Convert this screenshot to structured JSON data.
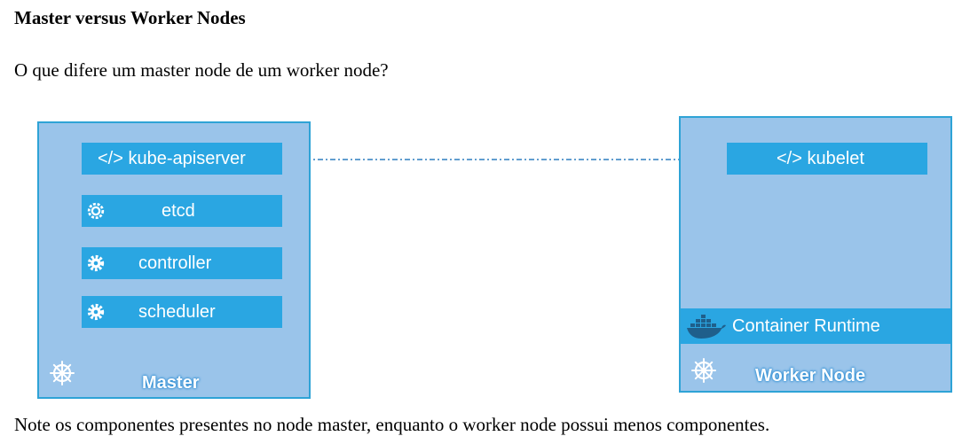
{
  "document": {
    "heading": "Master versus Worker Nodes",
    "question": "O que difere um master node de um worker node?",
    "note": "Note os componentes presentes no node master, enquanto o worker node possui menos componentes."
  },
  "figure": {
    "master": {
      "label": "Master",
      "components": {
        "apiserver": "</> kube-apiserver",
        "etcd": "etcd",
        "controller": "controller",
        "scheduler": "scheduler"
      }
    },
    "worker": {
      "label": "Worker Node",
      "kubelet": "</> kubelet",
      "runtime": "Container Runtime"
    },
    "colors": {
      "node_fill": "#9ac4ea",
      "node_border": "#2ea3d6",
      "component_fill": "#2aa6e2",
      "connector": "#2f7fbf"
    },
    "icons": [
      "gear-icon",
      "kubernetes-helm-icon",
      "docker-whale-icon"
    ]
  }
}
